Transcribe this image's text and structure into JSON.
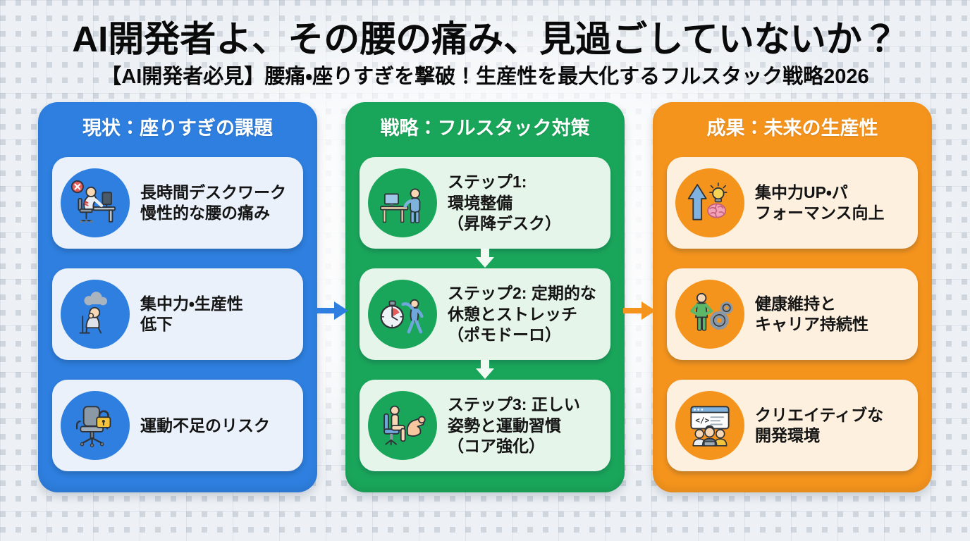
{
  "header": {
    "title": "AI開発者よ、その腰の痛み、見過ごしていないか？",
    "subtitle": "【AI開発者必見】腰痛・座りすぎを撃破！生産性を最大化するフルスタック戦略2026"
  },
  "columns": [
    {
      "id": "current-problems",
      "header": "現状：座りすぎの課題",
      "accent_color": "#2e7fdf",
      "card_color": "#eaf1fa",
      "items": [
        {
          "icon": "desk-worker-pain-icon",
          "text": "長時間デスクワーク\n慢性的な腰の痛み"
        },
        {
          "icon": "fatigue-cloud-icon",
          "text": "集中力・生産性\n低下"
        },
        {
          "icon": "chair-lock-icon",
          "text": "運動不足のリスク"
        }
      ]
    },
    {
      "id": "strategy",
      "header": "戦略：フルスタック対策",
      "accent_color": "#1aa65a",
      "card_color": "#e6f5ea",
      "items": [
        {
          "icon": "standing-desk-icon",
          "text": "ステップ1:\n環境整備\n（昇降デスク）"
        },
        {
          "icon": "stopwatch-stretch-icon",
          "text": "ステップ2: 定期的な\n休憩とストレッチ\n（ポモドーロ）"
        },
        {
          "icon": "posture-muscle-icon",
          "text": "ステップ3: 正しい\n姿勢と運動習慣\n（コア強化）"
        }
      ]
    },
    {
      "id": "outcomes",
      "header": "成果：未来の生産性",
      "accent_color": "#f5941d",
      "card_color": "#fdf0df",
      "items": [
        {
          "icon": "focus-up-brain-icon",
          "text": "集中力UP・パ\nフォーマンス向上"
        },
        {
          "icon": "health-gears-icon",
          "text": "健康維持と\nキャリア持続性"
        },
        {
          "icon": "team-code-icon",
          "text": "クリエイティブな\n開発環境"
        }
      ]
    }
  ]
}
